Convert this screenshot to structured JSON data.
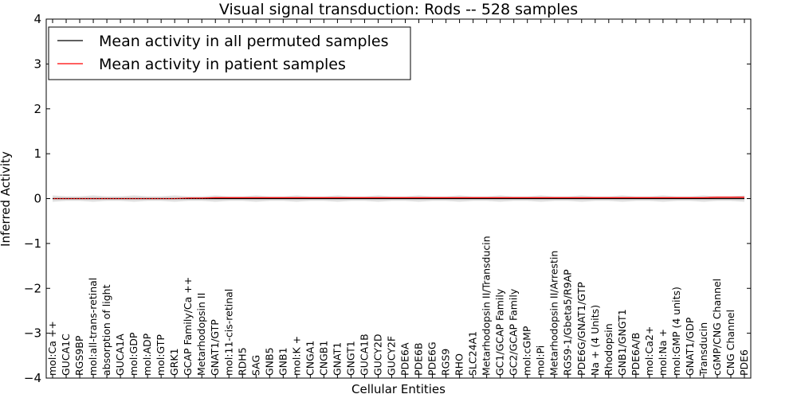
{
  "chart_data": {
    "type": "line",
    "title": "Visual signal transduction: Rods -- 528 samples",
    "xlabel": "Cellular Entities",
    "ylabel": "Inferred Activity",
    "ylim": [
      -4,
      4
    ],
    "yticks": [
      "−4",
      "−3",
      "−2",
      "−1",
      "0",
      "1",
      "2",
      "3",
      "4"
    ],
    "grid": false,
    "legend_position": "top-left",
    "categories": [
      "mol:Ca ++",
      "GUCA1C",
      "RGS9BP",
      "mol:all-trans-retinal",
      "absorption of light",
      "GUCA1A",
      "mol:GDP",
      "mol:ADP",
      "mol:GTP",
      "GRK1",
      "GCAP Family/Ca ++",
      "Metarhodopsin II",
      "GNAT1/GTP",
      "mol:11-cis-retinal",
      "RDH5",
      "SAG",
      "GNB5",
      "GNB1",
      "mol:K +",
      "CNGA1",
      "CNGB1",
      "GNAT1",
      "GNGT1",
      "GUCA1B",
      "GUCY2D",
      "GUCY2F",
      "PDE6A",
      "PDE6B",
      "PDE6G",
      "RGS9",
      "RHO",
      "SLC24A1",
      "Metarhodopsin II/Transducin",
      "GC1/GCAP Family",
      "GC2/GCAP Family",
      "mol:cGMP",
      "mol:Pi",
      "Metarhodopsin II/Arrestin",
      "RGS9-1/Gbeta5/R9AP",
      "PDE6G/GNAT1/GTP",
      "Na + (4 Units)",
      "Rhodopsin",
      "GNB1/GNGT1",
      "PDE6A/B",
      "mol:Ca2+",
      "mol:Na +",
      "mol:GMP (4 units)",
      "GNAT1/GDP",
      "Transducin",
      "cGMP/CNG Channel",
      "CNG Channel",
      "PDE6"
    ],
    "series": [
      {
        "name": "Mean activity in all permuted samples",
        "color": "#000000",
        "values": [
          0,
          0,
          0,
          0,
          0,
          0,
          0,
          0,
          0,
          0,
          0,
          0,
          0,
          0,
          0,
          0,
          0,
          0,
          0,
          0,
          0,
          0,
          0,
          0,
          0,
          0,
          0,
          0,
          0,
          0,
          0,
          0,
          0,
          0,
          0,
          0,
          0,
          0,
          0,
          0,
          0,
          0,
          0,
          0,
          0,
          0,
          0,
          0,
          0,
          0,
          0,
          0
        ]
      },
      {
        "name": "Mean activity in patient samples",
        "color": "#ff0000",
        "values": [
          0,
          0,
          0,
          0,
          0,
          0,
          0,
          0,
          0,
          0,
          0.01,
          0.01,
          0.02,
          0.02,
          0.02,
          0.02,
          0.02,
          0.02,
          0.02,
          0.02,
          0.02,
          0.02,
          0.02,
          0.02,
          0.02,
          0.02,
          0.02,
          0.02,
          0.02,
          0.02,
          0.02,
          0.02,
          0.02,
          0.02,
          0.02,
          0.02,
          0.02,
          0.02,
          0.02,
          0.02,
          0.02,
          0.02,
          0.02,
          0.02,
          0.02,
          0.02,
          0.02,
          0.02,
          0.02,
          0.03,
          0.03,
          0.03
        ]
      }
    ],
    "band_color": "#cccccc"
  }
}
